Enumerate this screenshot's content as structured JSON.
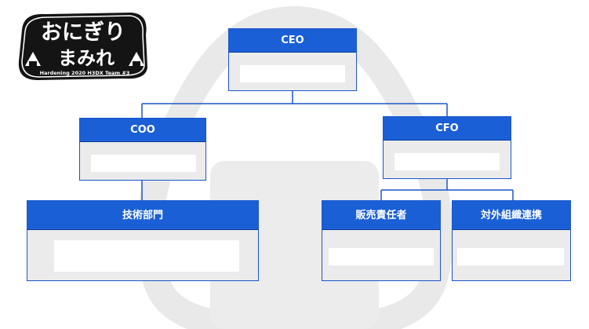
{
  "logo": {
    "title_line1": "おにぎり",
    "title_line2": "まみれ",
    "subtitle": "Hardening 2020 H3DX Team #3"
  },
  "org_chart": {
    "ceo": {
      "title": "CEO",
      "value": ""
    },
    "coo": {
      "title": "COO",
      "value": ""
    },
    "cfo": {
      "title": "CFO",
      "value": ""
    },
    "tech": {
      "title": "技術部門",
      "value": ""
    },
    "sales": {
      "title": "販売責任者",
      "value": ""
    },
    "external": {
      "title": "対外組織連携",
      "value": ""
    }
  },
  "colors": {
    "header_blue": "#1a5fd6",
    "border_blue": "#1a56c9",
    "card_grey": "#ebebeb",
    "connector": "#1a56c9",
    "watermark": "#e9e9e9"
  }
}
